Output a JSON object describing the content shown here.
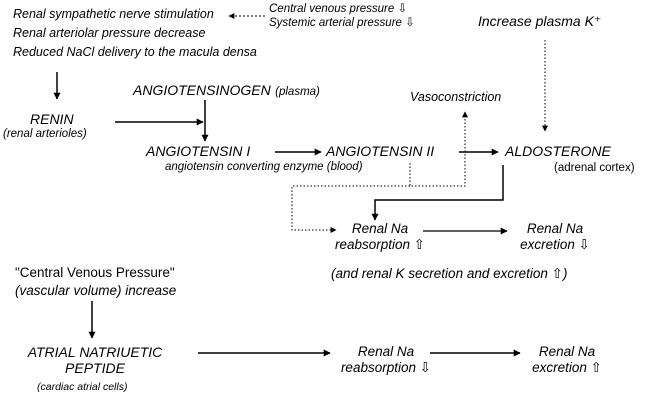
{
  "raas": {
    "stimuli": [
      "Renal sympathetic nerve stimulation",
      "Renal arteriolar pressure decrease",
      "Reduced NaCl delivery to the macula densa"
    ],
    "venous_pressure_note": "Central venous pressure ⇩",
    "arterial_pressure_note": "Systemic arterial pressure ⇩",
    "plasma_k": "Increase plasma K⁺",
    "renin": "RENIN",
    "renin_site": "(renal arterioles)",
    "angiotensinogen": "ANGIOTENSINOGEN",
    "angiotensinogen_site": "(plasma)",
    "angiotensin_1": "ANGIOTENSIN I",
    "angiotensin_2": "ANGIOTENSIN II",
    "ace": "angiotensin converting enzyme (blood)",
    "vasoconstriction": "Vasoconstriction",
    "aldosterone": "ALDOSTERONE",
    "aldosterone_site": "(adrenal cortex)",
    "na_reabsorption_line1": "Renal Na",
    "na_reabsorption_line2": "reabsorption ⇧",
    "na_excretion_line1": "Renal Na",
    "na_excretion_line2": "excretion ⇩",
    "k_note": "(and renal K secretion and excretion ⇧)"
  },
  "anp": {
    "trigger_line1": "\"Central Venous Pressure\"",
    "trigger_line2": "(vascular volume) increase",
    "name_line1": "ATRIAL NATRIUETIC",
    "name_line2": "PEPTIDE",
    "site": "(cardiac atrial cells)",
    "na_reabsorption_line1": "Renal Na",
    "na_reabsorption_line2": "reabsorption ⇩",
    "na_excretion_line1": "Renal Na",
    "na_excretion_line2": "excretion ⇧"
  }
}
